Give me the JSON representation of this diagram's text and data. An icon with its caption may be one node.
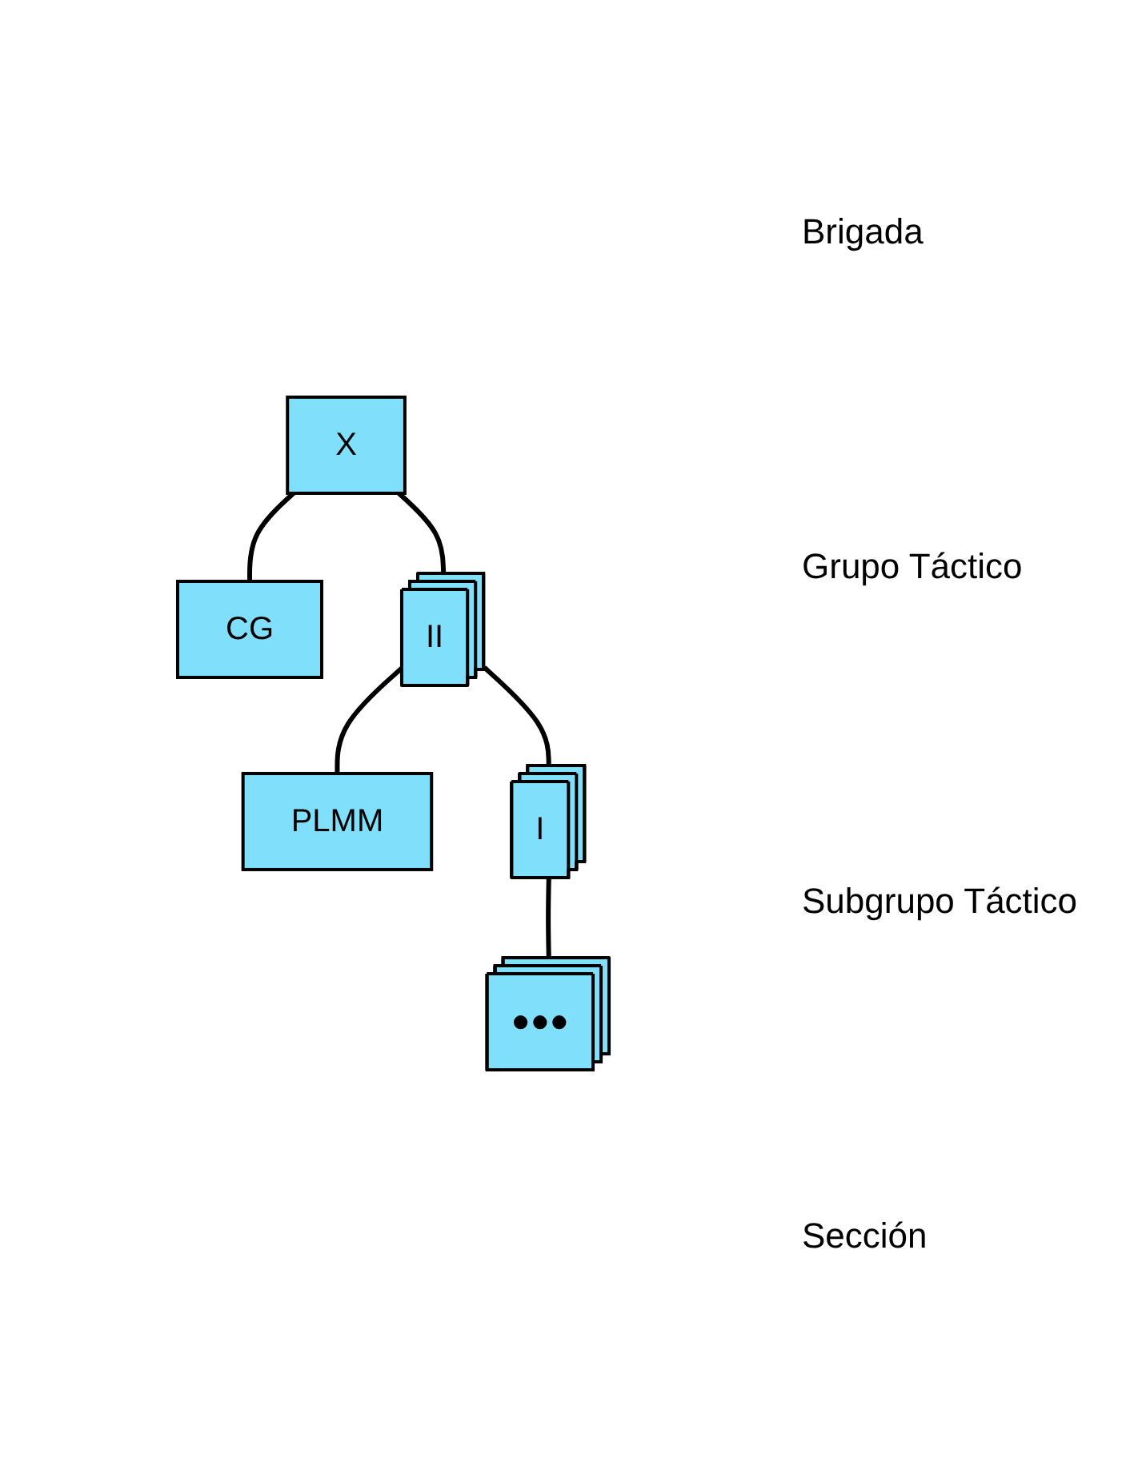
{
  "diagram": {
    "nodes": [
      {
        "text": [
          "X"
        ]
      },
      {
        "text": [
          "CG"
        ]
      },
      {
        "text": [
          "II"
        ]
      },
      {
        "text": [
          "PLMM"
        ]
      },
      {
        "text": [
          "I"
        ]
      },
      {
        "text": [
          "●●●"
        ]
      }
    ],
    "edges": [
      {
        "from": 0,
        "to": 1,
        "arrow": "none"
      },
      {
        "from": 0,
        "to": 2,
        "arrow": "none"
      },
      {
        "from": 2,
        "to": 3,
        "arrow": "none"
      },
      {
        "from": 2,
        "to": 4,
        "arrow": "none"
      },
      {
        "from": 4,
        "to": 5,
        "arrow": "none"
      }
    ],
    "labels": [
      "Brigada",
      "Grupo Táctico",
      "Subgrupo Táctico",
      "Sección"
    ]
  }
}
